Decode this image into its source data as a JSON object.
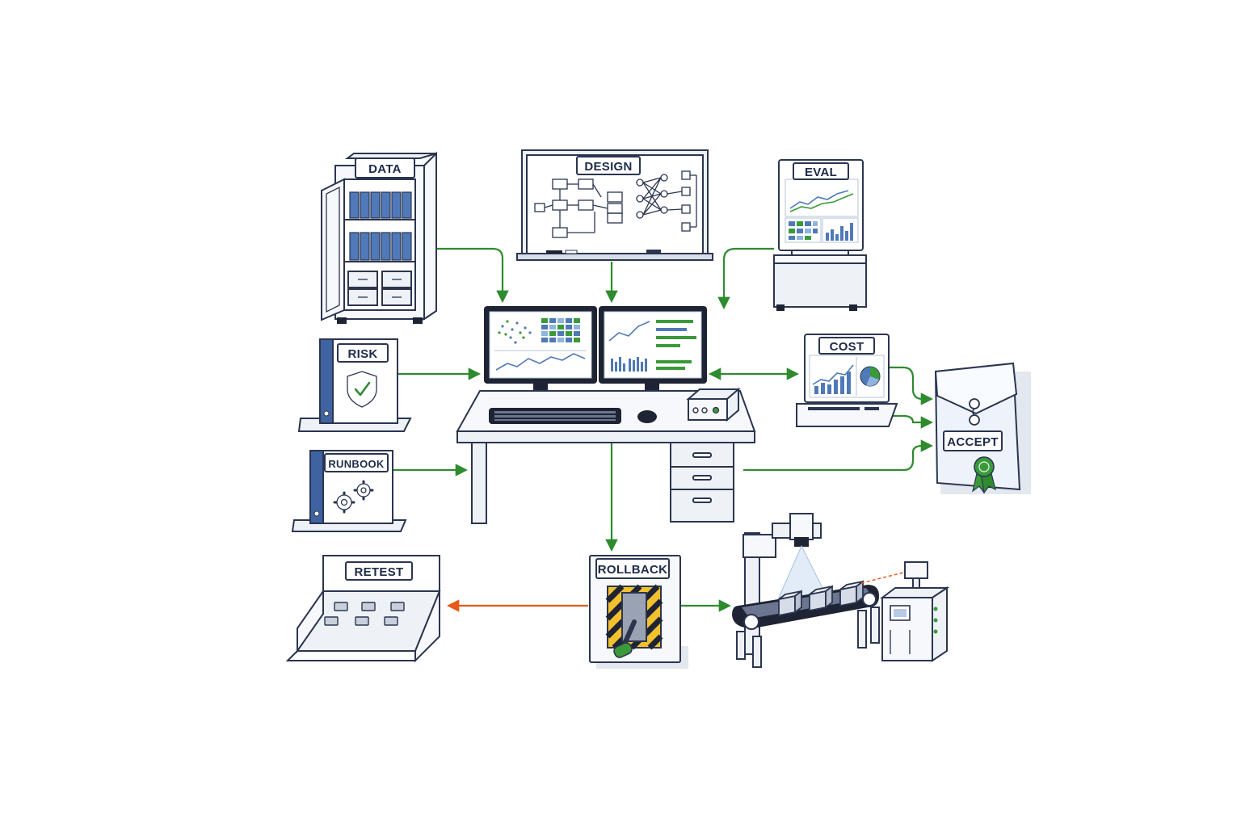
{
  "labels": {
    "data": "DATA",
    "design": "DESIGN",
    "eval": "EVAL",
    "risk": "RISK",
    "runbook": "RUNBOOK",
    "cost": "COST",
    "accept": "ACCEPT",
    "retest": "RETEST",
    "rollback": "ROLLBACK"
  },
  "colors": {
    "flow_arrow": "#2e8b2e",
    "reverse_arrow": "#e8591a",
    "outline": "#2b3550",
    "accent_blue": "#4f79b8",
    "accent_green": "#3a9a3a"
  },
  "icons": [
    "data-cabinet-icon",
    "design-whiteboard-icon",
    "eval-kiosk-icon",
    "risk-binder-icon",
    "shield-check-icon",
    "runbook-binder-icon",
    "gears-icon",
    "workstation-desk-icon",
    "cost-laptop-icon",
    "accept-envelope-icon",
    "ribbon-seal-icon",
    "retest-tray-icon",
    "rollback-lever-icon",
    "conveyor-line-icon"
  ]
}
